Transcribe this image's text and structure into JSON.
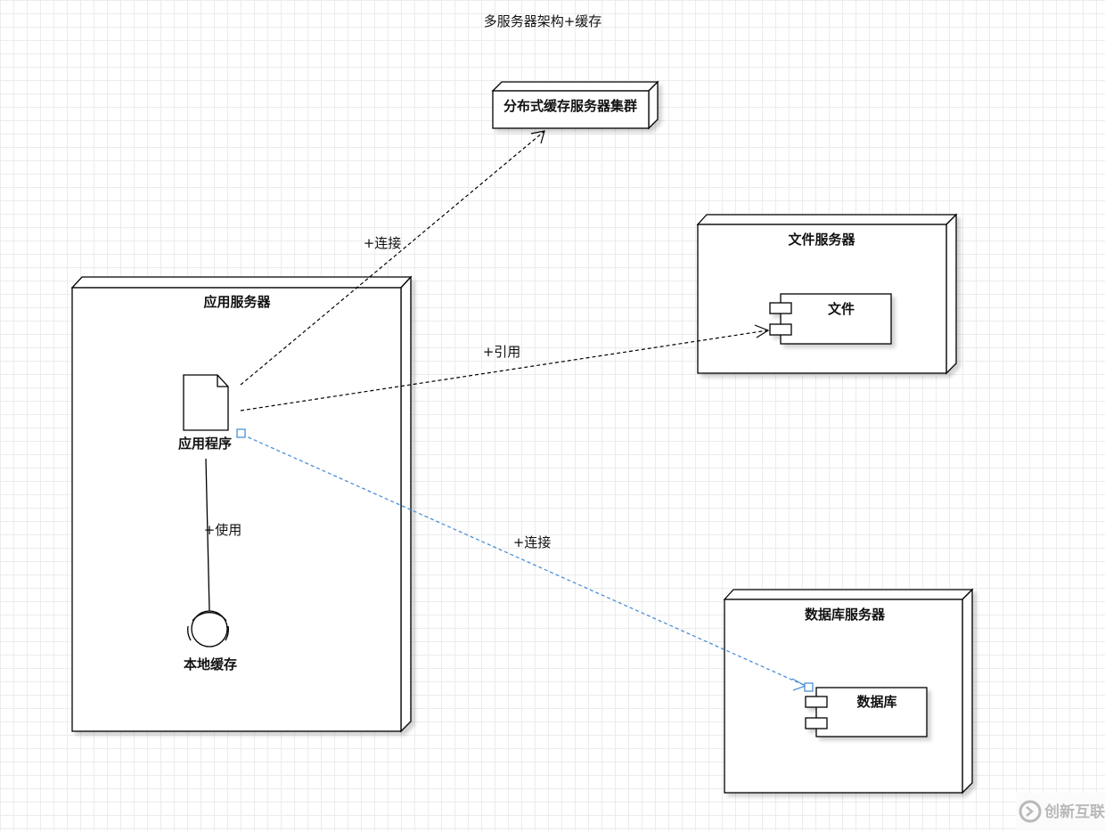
{
  "diagram": {
    "title": "多服务器架构+缓存",
    "nodes": {
      "cache_cluster": {
        "label": "分布式缓存服务器集群"
      },
      "file_server": {
        "label": "文件服务器",
        "component": "文件"
      },
      "app_server": {
        "label": "应用服务器",
        "artifact": "应用程序",
        "interface": "本地缓存"
      },
      "db_server": {
        "label": "数据库服务器",
        "component": "数据库"
      }
    },
    "edges": {
      "to_cache": "+连接",
      "to_file": "+引用",
      "to_db": "+连接",
      "to_local_cache": "+使用"
    },
    "colors": {
      "stroke": "#000000",
      "selected_edge": "#4a90d9",
      "grid": "#ececec"
    }
  },
  "watermark": {
    "text": "创新互联"
  }
}
